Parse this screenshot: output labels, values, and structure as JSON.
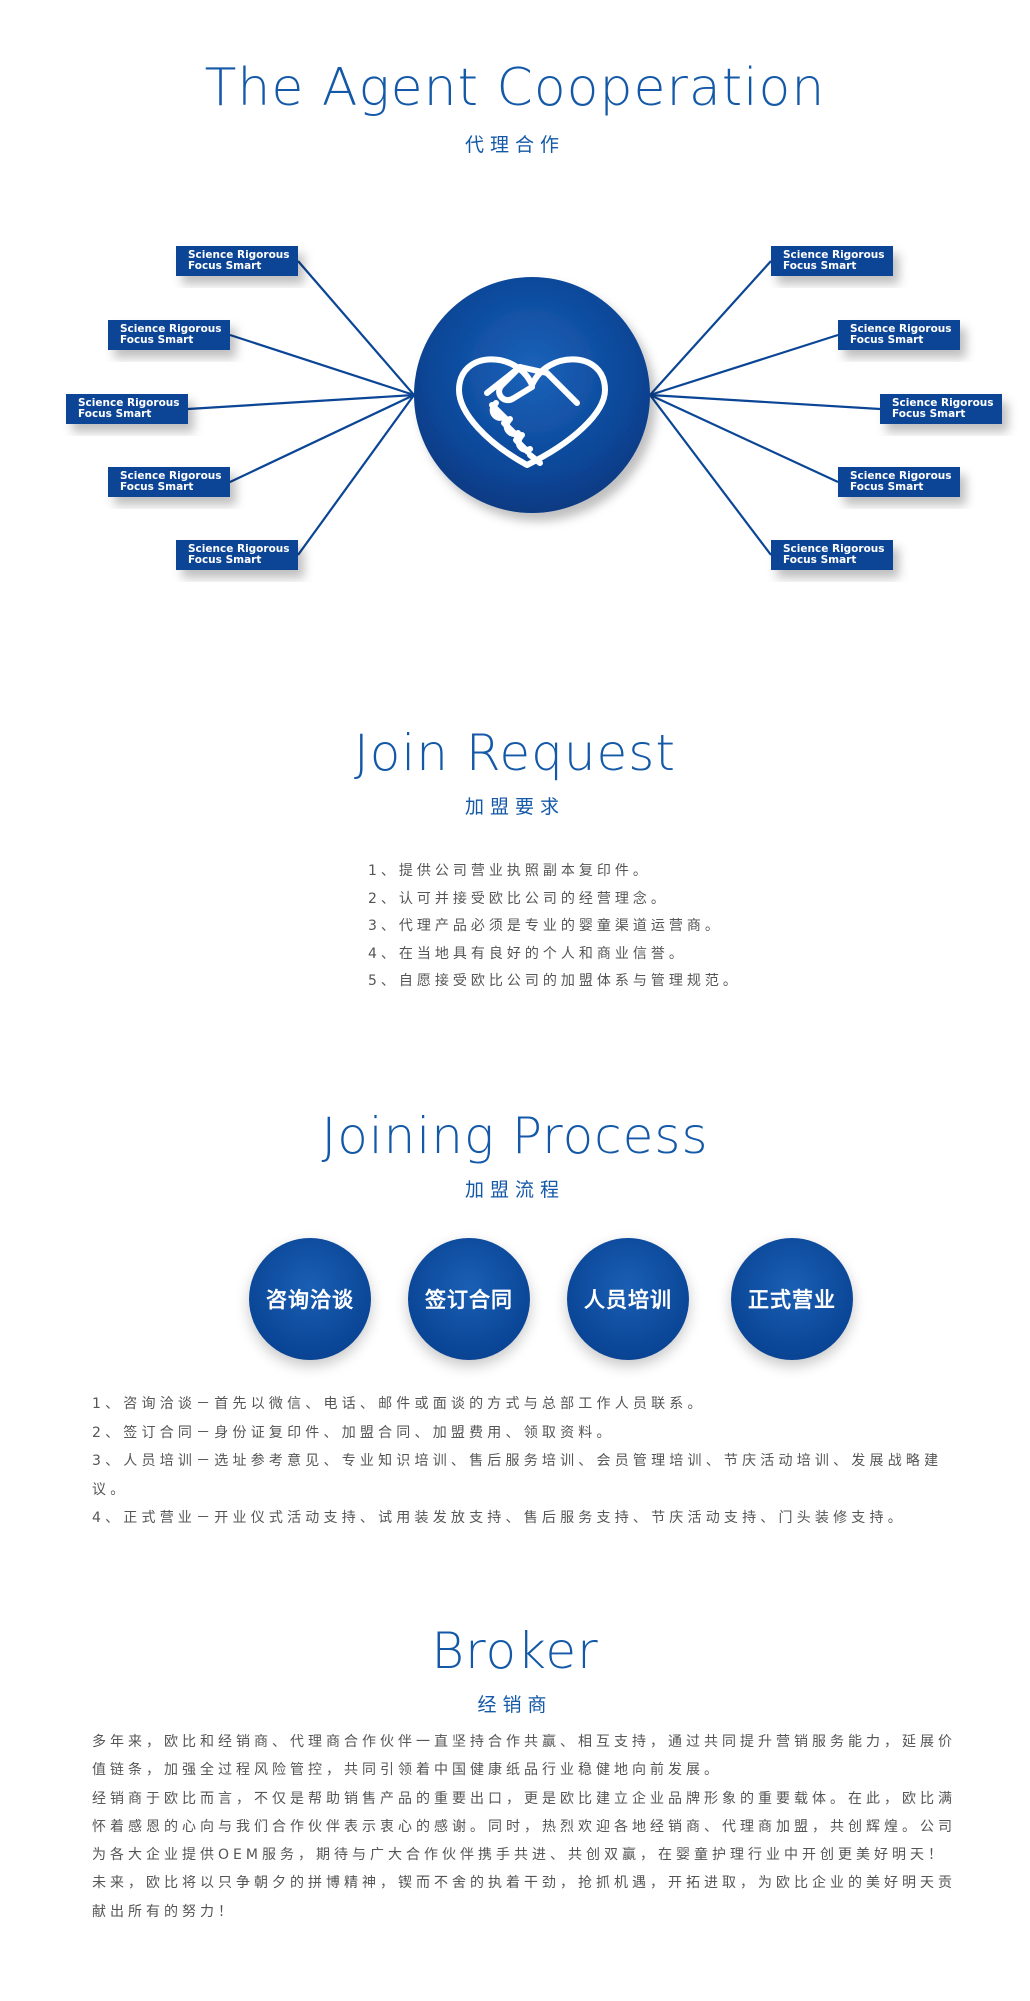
{
  "agent": {
    "title": "The Agent Cooperation",
    "subtitle": "代理合作",
    "box_line1": "Science  Rigorous",
    "box_line2": "Focus  Smart"
  },
  "join": {
    "title": "Join Request",
    "subtitle": "加盟要求",
    "items": [
      "1、提供公司营业执照副本复印件。",
      "2、认可并接受欧比公司的经营理念。",
      "3、代理产品必须是专业的婴童渠道运营商。",
      "4、在当地具有良好的个人和商业信誉。",
      "5、自愿接受欧比公司的加盟体系与管理规范。"
    ]
  },
  "process": {
    "title": "Joining Process",
    "subtitle": "加盟流程",
    "steps": [
      "咨询洽谈",
      "签订合同",
      "人员培训",
      "正式营业"
    ],
    "details": [
      "1、咨询洽谈－首先以微信、电话、邮件或面谈的方式与总部工作人员联系。",
      "2、签订合同－身份证复印件、加盟合同、加盟费用、领取资料。",
      "3、人员培训－选址参考意见、专业知识培训、售后服务培训、会员管理培训、节庆活动培训、发展战略建议。",
      "4、正式营业－开业仪式活动支持、试用装发放支持、售后服务支持、节庆活动支持、门头装修支持。"
    ]
  },
  "broker": {
    "title": "Broker",
    "subtitle": "经销商",
    "paragraphs": [
      "多年来，欧比和经销商、代理商合作伙伴一直坚持合作共赢、相互支持，通过共同提升营销服务能力，延展价值链条，加强全过程风险管控，共同引领着中国健康纸品行业稳健地向前发展。",
      "经销商于欧比而言，不仅是帮助销售产品的重要出口，更是欧比建立企业品牌形象的重要载体。在此，欧比满怀着感恩的心向与我们合作伙伴表示衷心的感谢。同时，热烈欢迎各地经销商、代理商加盟，共创辉煌。公司为各大企业提供OEM服务，期待与广大合作伙伴携手共进、共创双赢，在婴童护理行业中开创更美好明天！",
      "未来，欧比将以只争朝夕的拼博精神，锲而不舍的执着干劲，抢抓机遇，开拓进取，为欧比企业的美好明天贡献出所有的努力！"
    ]
  },
  "colors": {
    "brand_blue": "#0a4596",
    "title_blue": "#1459a8",
    "text_gray": "#555555"
  },
  "icons": {
    "center": "heart-handshake-icon"
  }
}
